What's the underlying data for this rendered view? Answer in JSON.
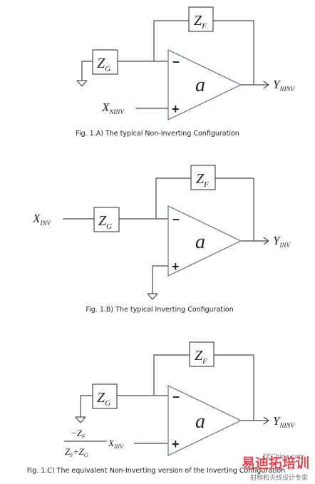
{
  "figures": [
    {
      "zf": {
        "main": "Z",
        "sub": "F"
      },
      "zg": {
        "main": "Z",
        "sub": "G"
      },
      "amp_gain": "a",
      "minus": "–",
      "plus": "+",
      "input": {
        "main": "X",
        "sub": "NINV"
      },
      "output": {
        "main": "Y",
        "sub": "NINV"
      },
      "caption": "Fig. 1.A) The typical Non-Inverting Configuration"
    },
    {
      "zf": {
        "main": "Z",
        "sub": "F"
      },
      "zg": {
        "main": "Z",
        "sub": "G"
      },
      "amp_gain": "a",
      "minus": "–",
      "plus": "+",
      "input": {
        "main": "X",
        "sub": "INV"
      },
      "output": {
        "main": "Y",
        "sub": "INV"
      },
      "caption": "Fig. 1.B) The typical Inverting Configuration"
    },
    {
      "zf": {
        "main": "Z",
        "sub": "F"
      },
      "zg": {
        "main": "Z",
        "sub": "G"
      },
      "amp_gain": "a",
      "minus": "–",
      "plus": "+",
      "fraction": {
        "num_prefix": "−",
        "num_main": "Z",
        "num_sub": "F",
        "den_a_main": "Z",
        "den_a_sub": "F",
        "den_op": "+",
        "den_b_main": "Z",
        "den_b_sub": "G"
      },
      "input": {
        "main": "X",
        "sub": "INV"
      },
      "output": {
        "main": "Y",
        "sub": "NINV"
      },
      "caption": "Fig. 1.C) The equivalent Non-Inverting version of the Inverting Configuration"
    }
  ],
  "watermark": {
    "site": "EEChina.com",
    "brand": "易迪拓培训",
    "tagline": "射频和天线设计专家"
  }
}
